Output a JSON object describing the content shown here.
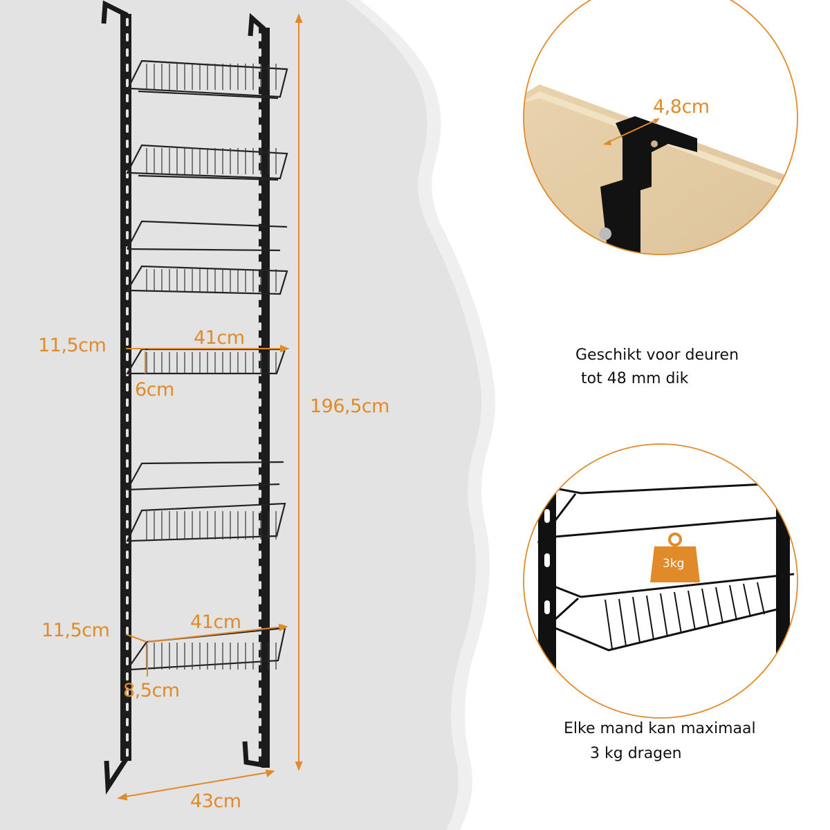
{
  "product": {
    "type": "over-the-door wire basket shelf rack",
    "color": "#1a1a1a",
    "basket_count": 6
  },
  "colors": {
    "accent": "#e08a2a",
    "panel_background": "#e3e3e3",
    "panel_edge": "#efefef",
    "page_background": "#ffffff",
    "caption_text": "#111111",
    "wood": "#e6cfa8"
  },
  "dimensions": {
    "total_height": "196,5cm",
    "width": "43cm",
    "basket_small": {
      "depth": "11,5cm",
      "length": "41cm",
      "height": "6cm"
    },
    "basket_large": {
      "depth": "11,5cm",
      "length": "41cm",
      "height": "8,5cm"
    }
  },
  "detail_hook": {
    "dimension": "4,8cm",
    "caption_line1": "Geschikt voor deuren",
    "caption_line2": "tot 48 mm dik"
  },
  "detail_basket": {
    "weight_icon_label": "3kg",
    "caption_line1": "Elke mand kan maximaal",
    "caption_line2": "3 kg dragen"
  }
}
